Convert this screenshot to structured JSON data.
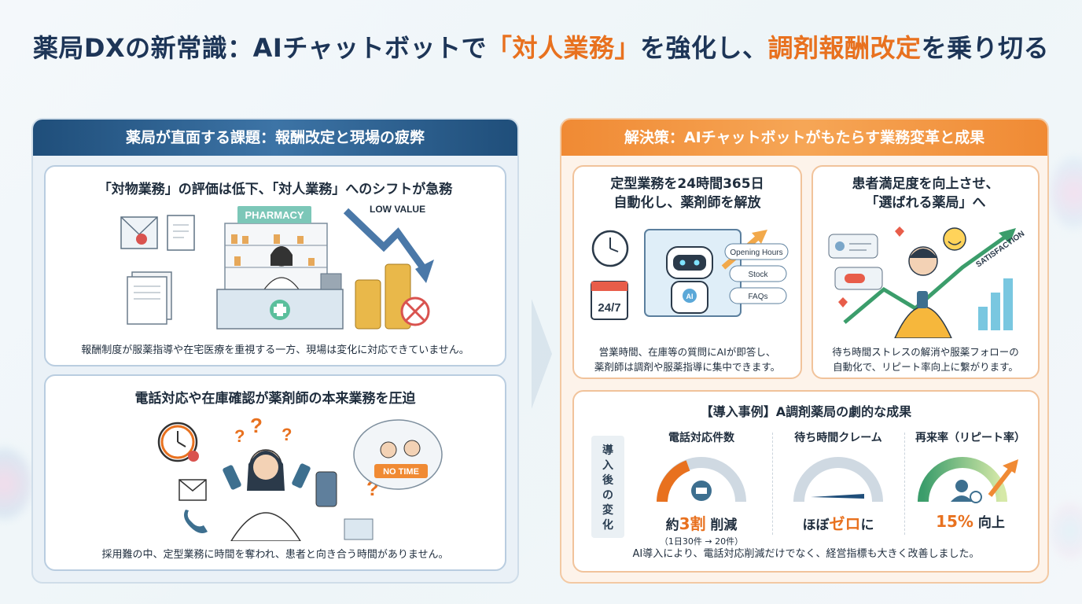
{
  "title": {
    "part1": "薬局DXの新常識：AIチャットボットで",
    "highlight1": "「対人業務」",
    "part2": "を強化し、",
    "highlight2": "調剤報酬改定",
    "part3": "を乗り切る"
  },
  "left": {
    "header": "薬局が直面する課題：報酬改定と現場の疲弊",
    "card1": {
      "title": "「対物業務」の評価は低下、「対人業務」へのシフトが急務",
      "sign": "PHARMACY",
      "arrow_label": "LOW VALUE",
      "footer": "報酬制度が服薬指導や在宅医療を重視する一方、現場は変化に対応できていません。"
    },
    "card2": {
      "title": "電話対応や在庫確認が薬剤師の本来業務を圧迫",
      "badge": "NO TIME",
      "footer": "採用難の中、定型業務に時間を奪われ、患者と向き合う時間がありません。"
    }
  },
  "right": {
    "header": "解決策：AIチャットボットがもたらす業務変革と成果",
    "card1": {
      "title_line1": "定型業務を24時間365日",
      "title_line2": "自動化し、薬剤師を解放",
      "calendar": "24/7",
      "bubbles": [
        "Opening Hours",
        "Stock",
        "FAQs"
      ],
      "bot_label": "AI",
      "footer_line1": "営業時間、在庫等の質問にAIが即答し、",
      "footer_line2": "薬剤師は調剤や服薬指導に集中できます。"
    },
    "card2": {
      "title_line1": "患者満足度を向上させ、",
      "title_line2": "「選ばれる薬局」へ",
      "chart_label": "SATISFACTION",
      "footer_line1": "待ち時間ストレスの解消や服薬フォローの",
      "footer_line2": "自動化で、リピート率向上に繋がります。"
    },
    "case": {
      "title": "【導入事例】A調剤薬局の劇的な成果",
      "tag": [
        "導",
        "入",
        "後",
        "の",
        "変",
        "化"
      ],
      "metrics": [
        {
          "label": "電話対応件数",
          "pre": "約",
          "value": "3割",
          "post": " 削減",
          "sub": "（1日30件 → 20件）"
        },
        {
          "label": "待ち時間クレーム",
          "pre": "ほぼ",
          "value": "ゼロ",
          "post": "に",
          "sub": ""
        },
        {
          "label": "再来率（リピート率）",
          "pre": "",
          "value": "15%",
          "post": " 向上",
          "sub": ""
        }
      ],
      "footer": "AI導入により、電話対応削減だけでなく、経営指標も大きく改善しました。"
    }
  },
  "colors": {
    "navy": "#1f4e7a",
    "orange": "#e8711f",
    "bg": "#eef5f8"
  }
}
